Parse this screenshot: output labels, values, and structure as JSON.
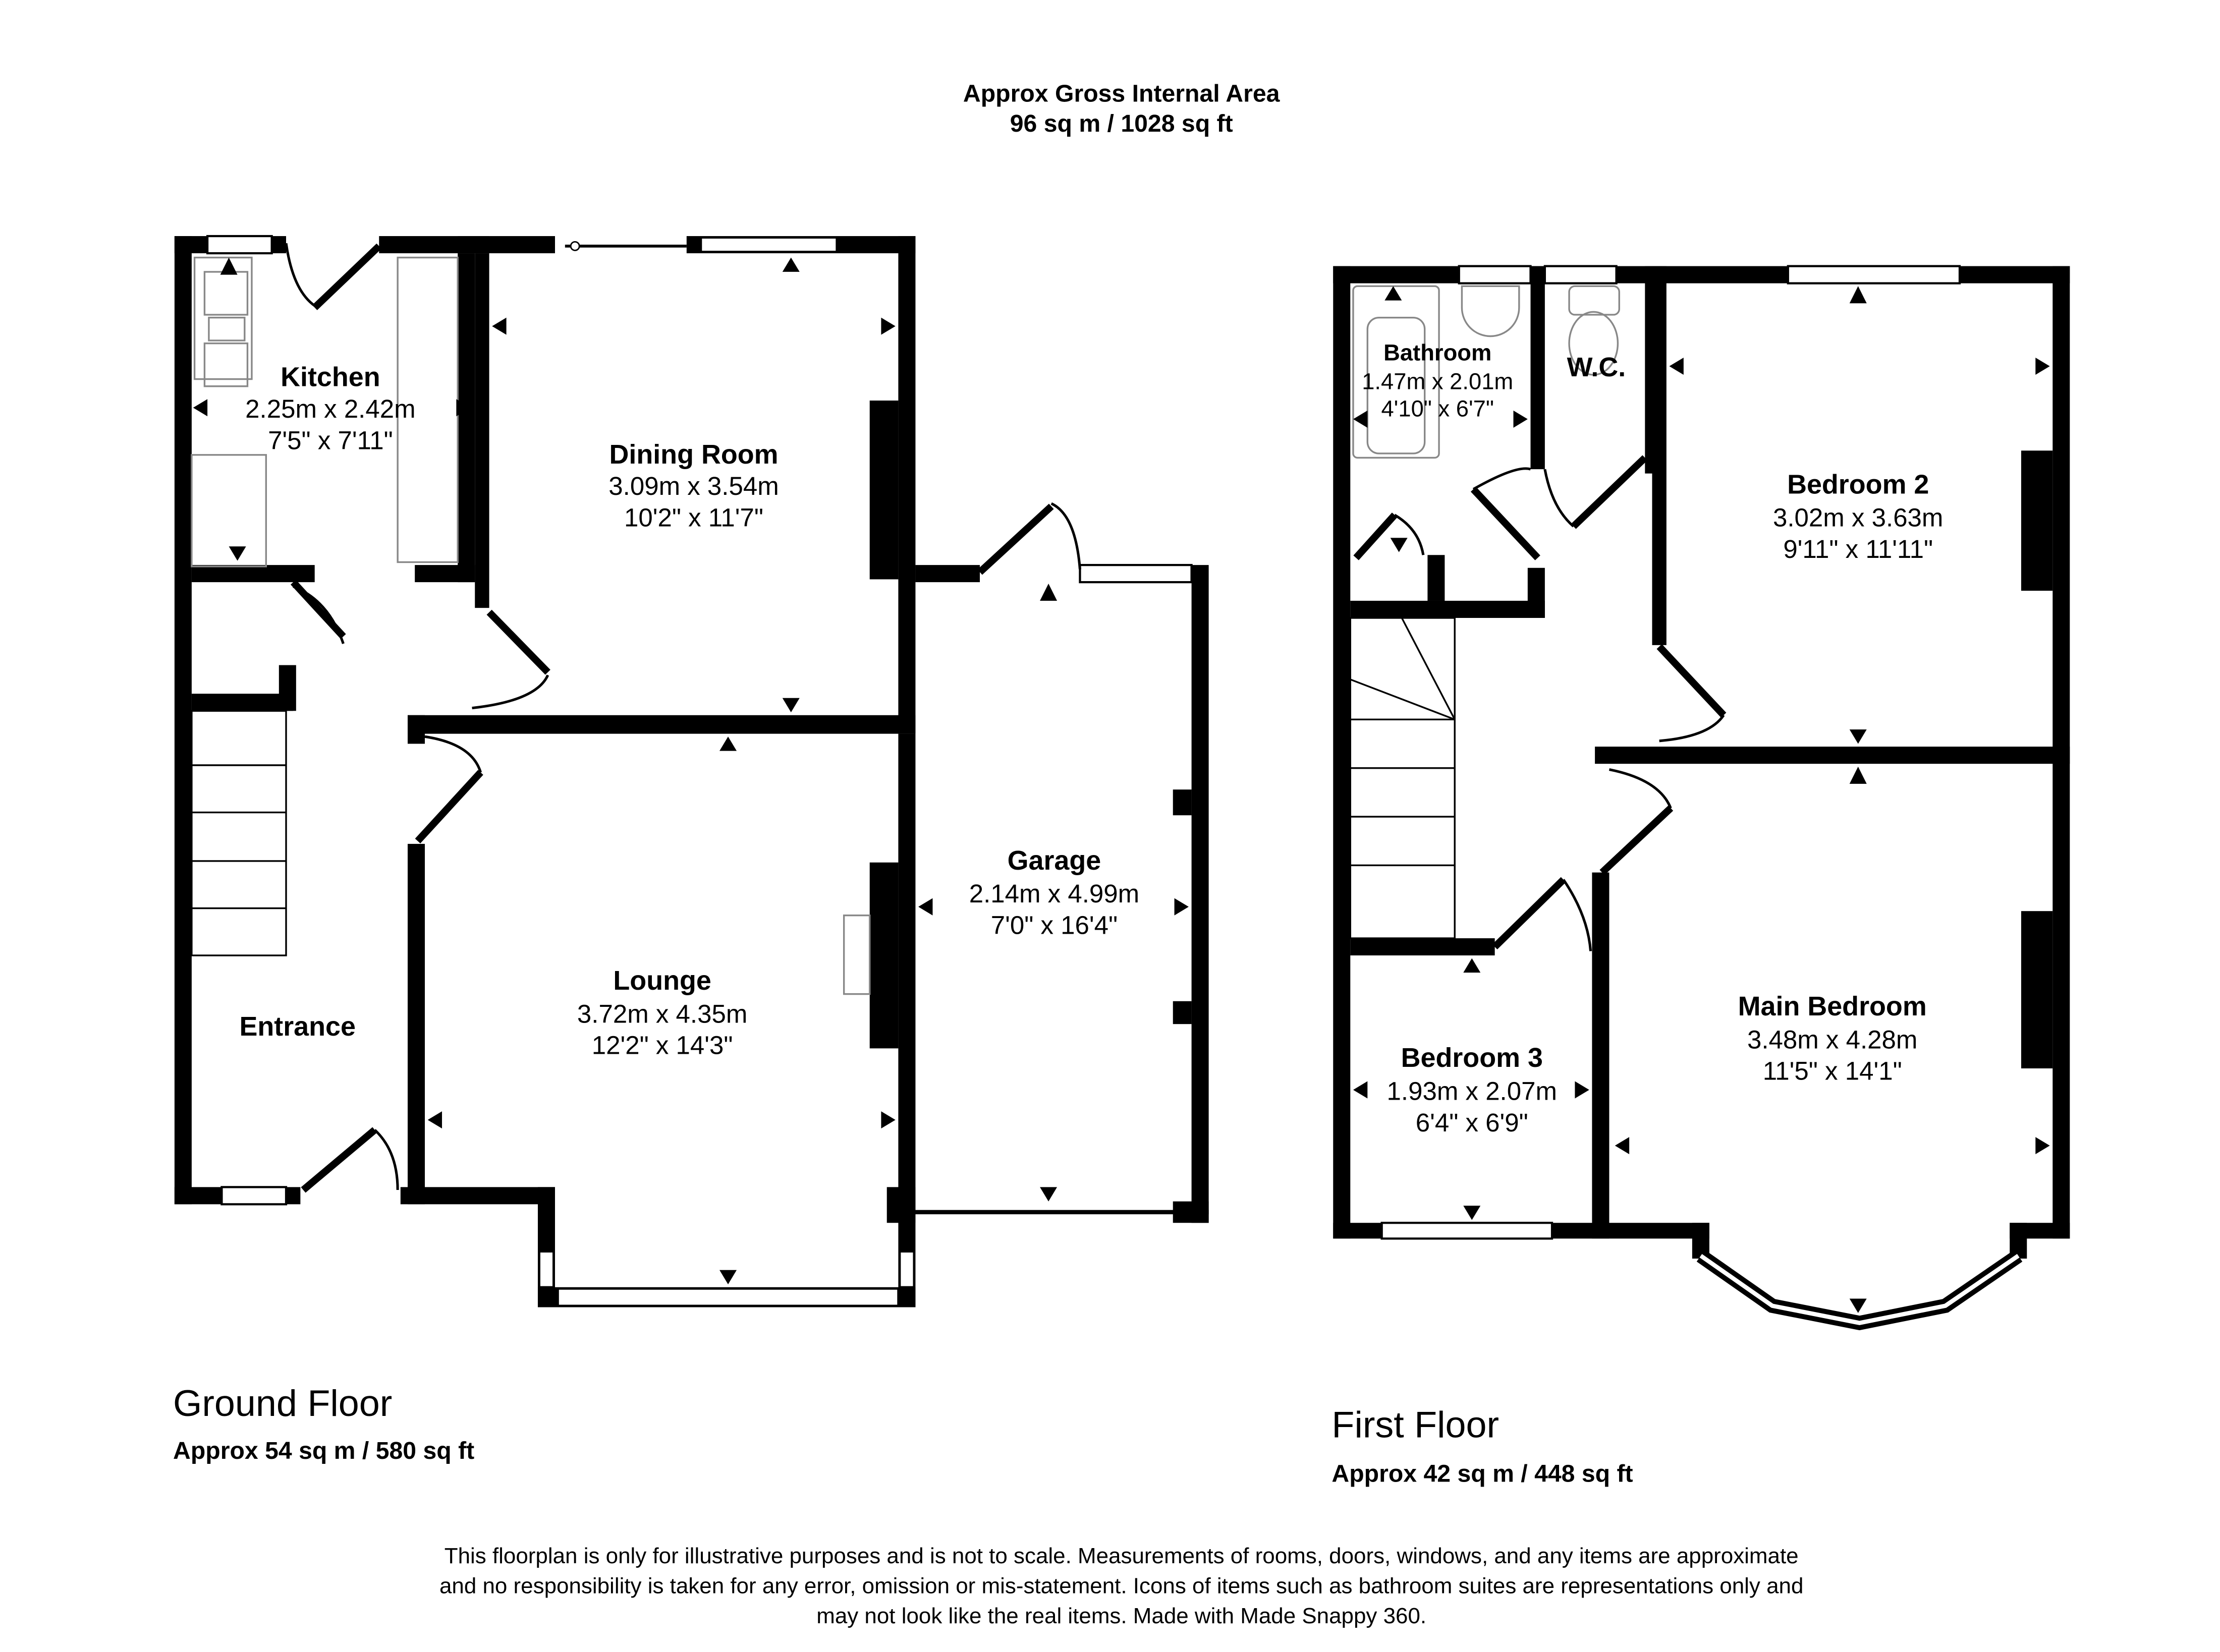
{
  "header": {
    "title": "Approx Gross Internal Area",
    "area": "96 sq m / 1028 sq ft"
  },
  "floors": [
    {
      "name": "Ground Floor",
      "area": "Approx 54 sq m / 580 sq ft"
    },
    {
      "name": "First Floor",
      "area": "Approx 42 sq m / 448 sq ft"
    }
  ],
  "rooms": {
    "kitchen": {
      "name": "Kitchen",
      "metric": "2.25m x 2.42m",
      "imperial": "7'5\" x 7'11\""
    },
    "dining": {
      "name": "Dining Room",
      "metric": "3.09m x 3.54m",
      "imperial": "10'2\" x 11'7\""
    },
    "garage": {
      "name": "Garage",
      "metric": "2.14m x 4.99m",
      "imperial": "7'0\" x 16'4\""
    },
    "lounge": {
      "name": "Lounge",
      "metric": "3.72m x 4.35m",
      "imperial": "12'2\" x 14'3\""
    },
    "entrance": {
      "name": "Entrance"
    },
    "bathroom": {
      "name": "Bathroom",
      "metric": "1.47m x 2.01m",
      "imperial": "4'10\" x 6'7\""
    },
    "wc": {
      "name": "W.C."
    },
    "bedroom2": {
      "name": "Bedroom 2",
      "metric": "3.02m x 3.63m",
      "imperial": "9'11\" x 11'11\""
    },
    "bedroom3": {
      "name": "Bedroom 3",
      "metric": "1.93m x 2.07m",
      "imperial": "6'4\" x 6'9\""
    },
    "main_bedroom": {
      "name": "Main Bedroom",
      "metric": "3.48m x 4.28m",
      "imperial": "11'5\" x 14'1\""
    }
  },
  "disclaimer": [
    "This floorplan is only for illustrative purposes and is not to scale. Measurements of rooms, doors, windows, and any items are approximate",
    "and no responsibility is taken for any error, omission or mis-statement. Icons of items such as bathroom suites are representations only and",
    "may not look like the real items. Made with Made Snappy 360."
  ]
}
